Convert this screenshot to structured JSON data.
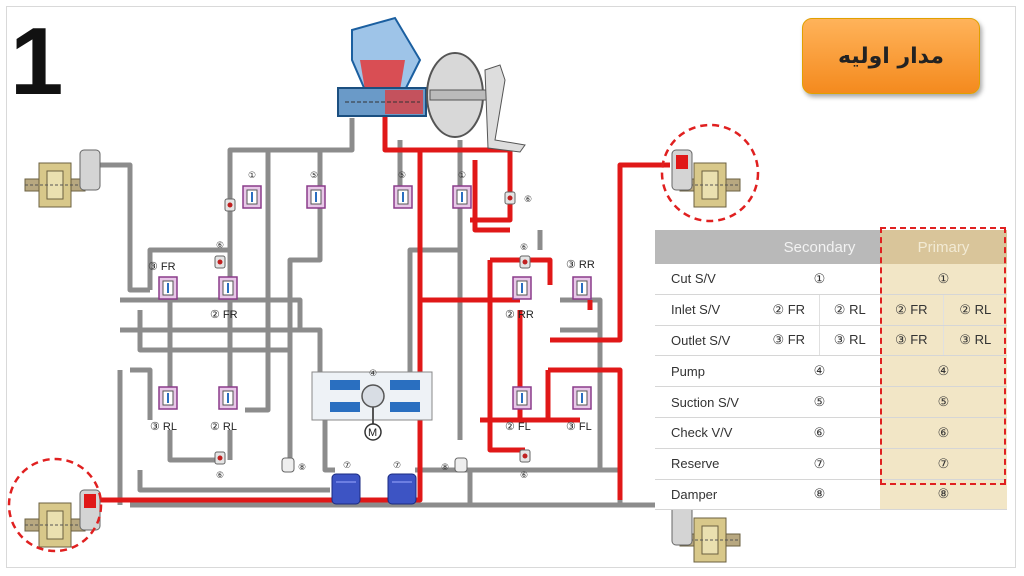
{
  "slide": {
    "number": "1",
    "title": "مدار اولیه"
  },
  "diagram_labels": {
    "fr_outlet": "③ FR",
    "fr_inlet": "② FR",
    "rr_outlet": "③ RR",
    "rr_inlet": "② RR",
    "rl_outlet": "③ RL",
    "rl_inlet": "② RL",
    "fl_inlet": "② FL",
    "fl_outlet": "③ FL",
    "cut_left": "①",
    "cut_right": "①",
    "suction_left": "⑤",
    "suction_right": "⑤",
    "check_top": "⑥",
    "check_left_upper": "⑥",
    "check_left_lower": "⑥",
    "check_right_upper": "⑥",
    "check_right_lower": "⑥",
    "pump": "④",
    "motor": "M",
    "reserve_left": "⑦",
    "reserve_right": "⑦",
    "damper_left": "⑧",
    "damper_right": "⑧"
  },
  "table": {
    "headers": {
      "blank": "",
      "secondary": "Secondary",
      "primary": "Primary"
    },
    "rows": [
      {
        "label": "Cut S/V",
        "secondary": "①",
        "primary": "①"
      },
      {
        "label": "Inlet S/V",
        "sec_a": "② FR",
        "sec_b": "② RL",
        "pri_a": "② FR",
        "pri_b": "② RL"
      },
      {
        "label": "Outlet S/V",
        "sec_a": "③ FR",
        "sec_b": "③ RL",
        "pri_a": "③ FR",
        "pri_b": "③ RL"
      },
      {
        "label": "Pump",
        "secondary": "④",
        "primary": "④"
      },
      {
        "label": "Suction S/V",
        "secondary": "⑤",
        "primary": "⑤"
      },
      {
        "label": "Check V/V",
        "secondary": "⑥",
        "primary": "⑥"
      },
      {
        "label": "Reserve",
        "secondary": "⑦",
        "primary": "⑦"
      },
      {
        "label": "Damper",
        "secondary": "⑧",
        "primary": "⑧"
      }
    ]
  },
  "colors": {
    "active_line": "#e01818",
    "passive_line": "#8c8c8c",
    "accent": "#f48a1e"
  }
}
